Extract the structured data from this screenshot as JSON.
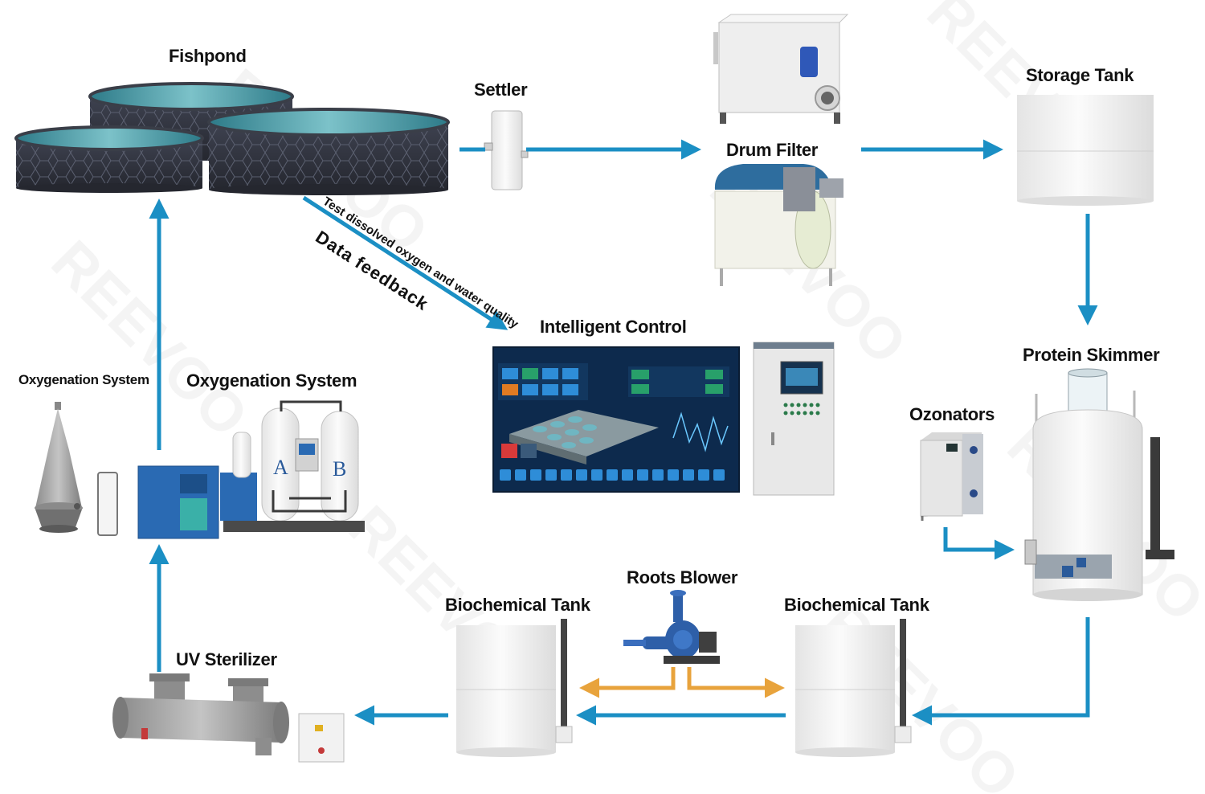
{
  "labels": {
    "fishpond": "Fishpond",
    "settler": "Settler",
    "drum_filter": "Drum Filter",
    "storage_tank": "Storage Tank",
    "intelligent_control": "Intelligent Control",
    "protein_skimmer": "Protein Skimmer",
    "ozonators": "Ozonators",
    "oxygenation_system_cone": "Oxygenation System",
    "oxygenation_system_generator": "Oxygenation System",
    "roots_blower": "Roots Blower",
    "biochemical_tank_left": "Biochemical Tank",
    "biochemical_tank_right": "Biochemical Tank",
    "uv_sterilizer": "UV Sterilizer"
  },
  "annotations": {
    "test_note": "Test dissolved oxygen and water quality",
    "data_feedback": "Data feedback"
  },
  "generator_tanks": {
    "a": "A",
    "b": "B"
  },
  "watermark": "REEVOO",
  "colors": {
    "flow_arrow": "#1b8fc4",
    "air_arrow": "#e8a33c",
    "screen_bg": "#0d2a4d"
  }
}
